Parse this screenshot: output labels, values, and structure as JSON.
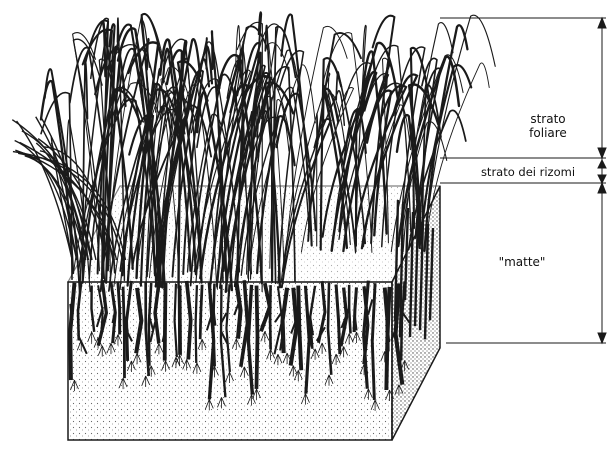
{
  "figure": {
    "layers": [
      {
        "id": "leaf_layer",
        "lines": [
          "strato",
          "foliare"
        ]
      },
      {
        "id": "rhizome_layer",
        "text": "strato dei rizomi"
      },
      {
        "id": "matte_layer",
        "text": "\"matte\""
      }
    ],
    "colors": {
      "ink": "#1a1a1a",
      "paper": "#ffffff",
      "sediment_dots": "#555555"
    },
    "icons": [
      "seagrass-leaves",
      "rhizome-roots",
      "sediment-block"
    ]
  }
}
